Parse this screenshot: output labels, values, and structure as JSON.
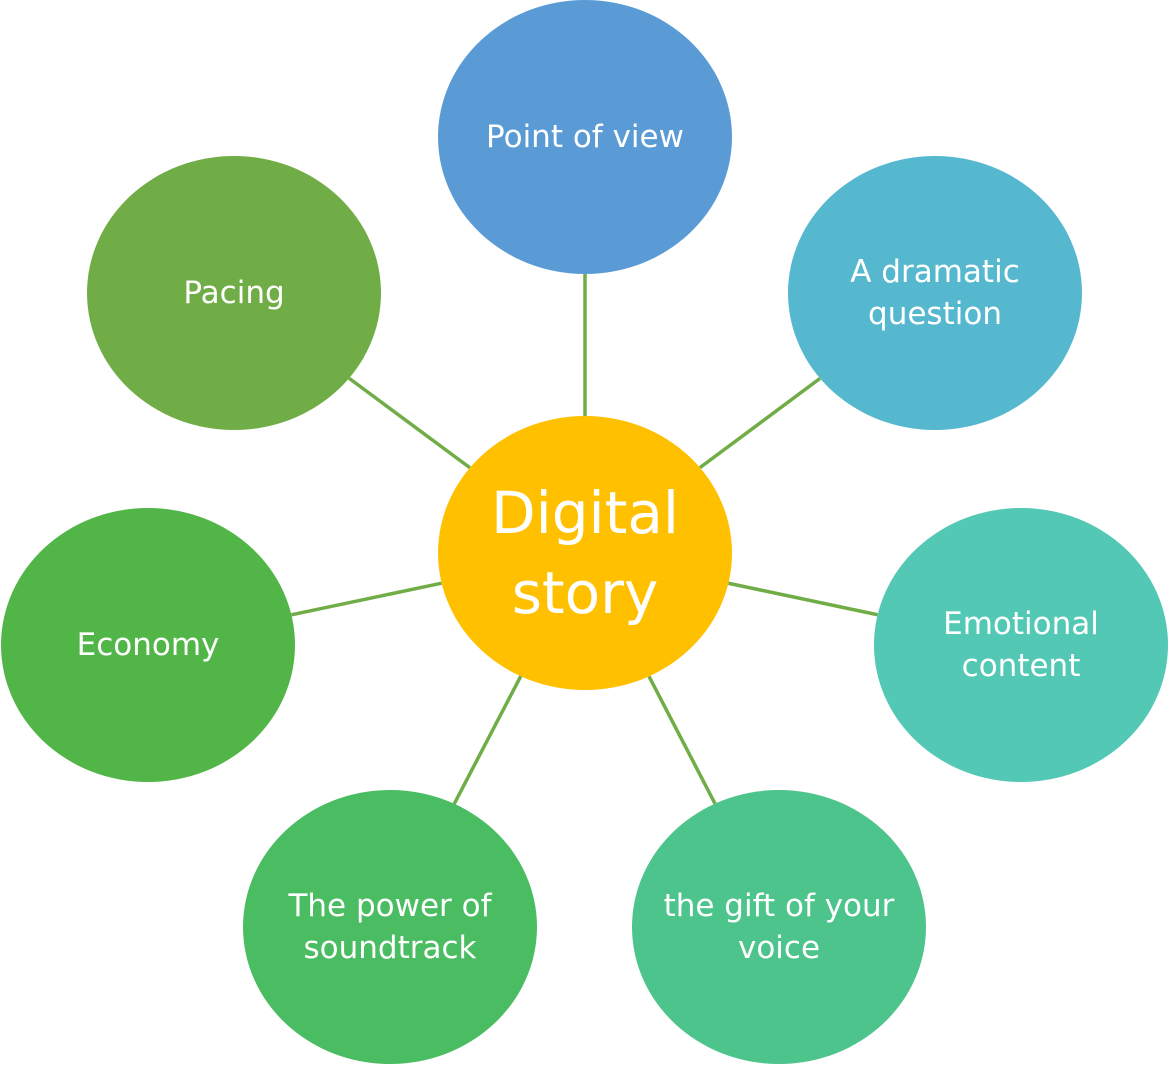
{
  "center": {
    "label": "Digital story",
    "color": "#FFC000"
  },
  "line_color": "#70AD47",
  "nodes": [
    {
      "label": "Point of view",
      "color": "#5B9BD5"
    },
    {
      "label": "A dramatic question",
      "color": "#56B8CF"
    },
    {
      "label": "Emotional content",
      "color": "#52C8B5"
    },
    {
      "label": "the gift of your voice",
      "color": "#4DC48B"
    },
    {
      "label": "The power of soundtrack",
      "color": "#4ABD62"
    },
    {
      "label": "Economy",
      "color": "#52B548"
    },
    {
      "label": "Pacing",
      "color": "#70AD47"
    }
  ]
}
